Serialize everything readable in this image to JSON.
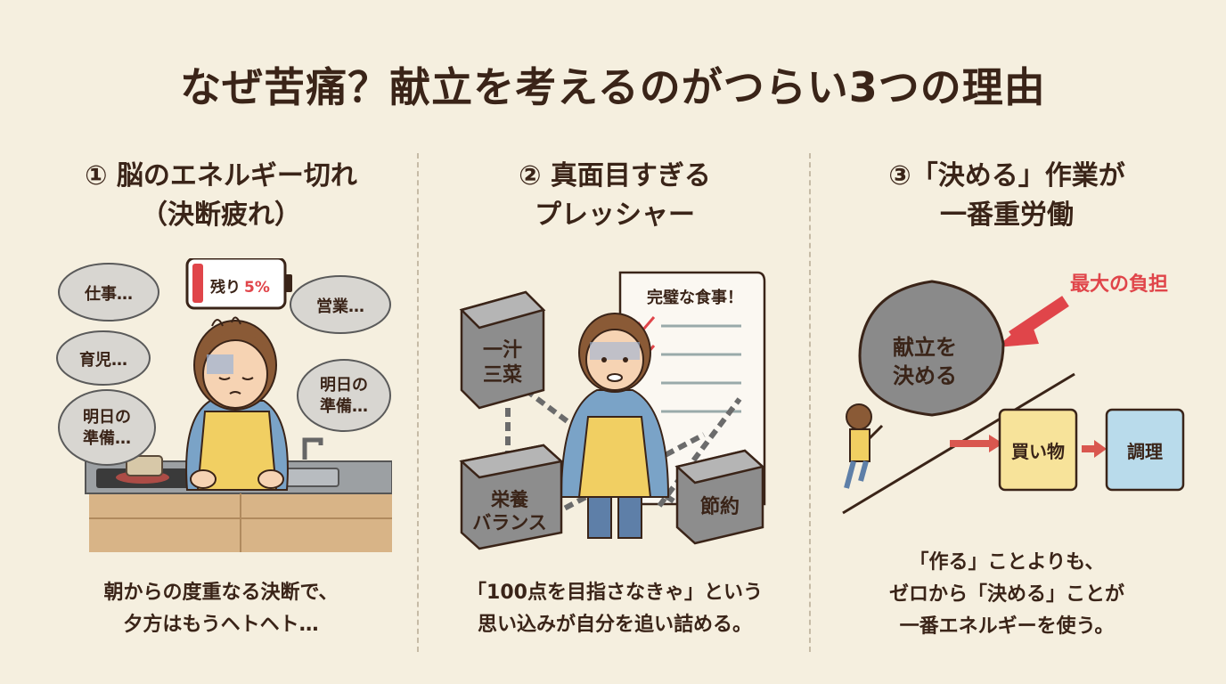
{
  "title": "なぜ苦痛？献立を考えるのがつらい3つの理由",
  "reasons": [
    {
      "title_line1": "① 脳のエネルギー切れ",
      "title_line2": "（決断疲れ）",
      "battery_label": "残り",
      "battery_value": "5%",
      "thoughts": [
        "仕事…",
        "営業…",
        "育児…",
        "明日の",
        "準備…",
        "明日の",
        "準備…"
      ],
      "caption_line1": "朝からの度重なる決断で、",
      "caption_line2": "夕方はもうヘトヘト…"
    },
    {
      "title_line1": "② 真面目すぎる",
      "title_line2": "プレッシャー",
      "paper_label": "完璧な食事！",
      "weight1_line1": "一汁",
      "weight1_line2": "三菜",
      "weight2_line1": "栄養",
      "weight2_line2": "バランス",
      "weight3": "節約",
      "caption_line1": "「100点を目指さなきゃ」という",
      "caption_line2": "思い込みが自分を追い詰める。"
    },
    {
      "title_line1": "③「決める」作業が",
      "title_line2": "一番重労働",
      "burden_label": "最大の負担",
      "boulder_line1": "献立を",
      "boulder_line2": "決める",
      "step2": "買い物",
      "step3": "調理",
      "caption_line1": "「作る」ことよりも、",
      "caption_line2": "ゼロから「決める」ことが",
      "caption_line3": "一番エネルギーを使う。"
    }
  ],
  "colors": {
    "background": "#f5efdf",
    "text": "#3a2418",
    "accent_red": "#e0454a",
    "shopping_box": "#f7e39a",
    "cooking_box": "#b9dbeb"
  }
}
